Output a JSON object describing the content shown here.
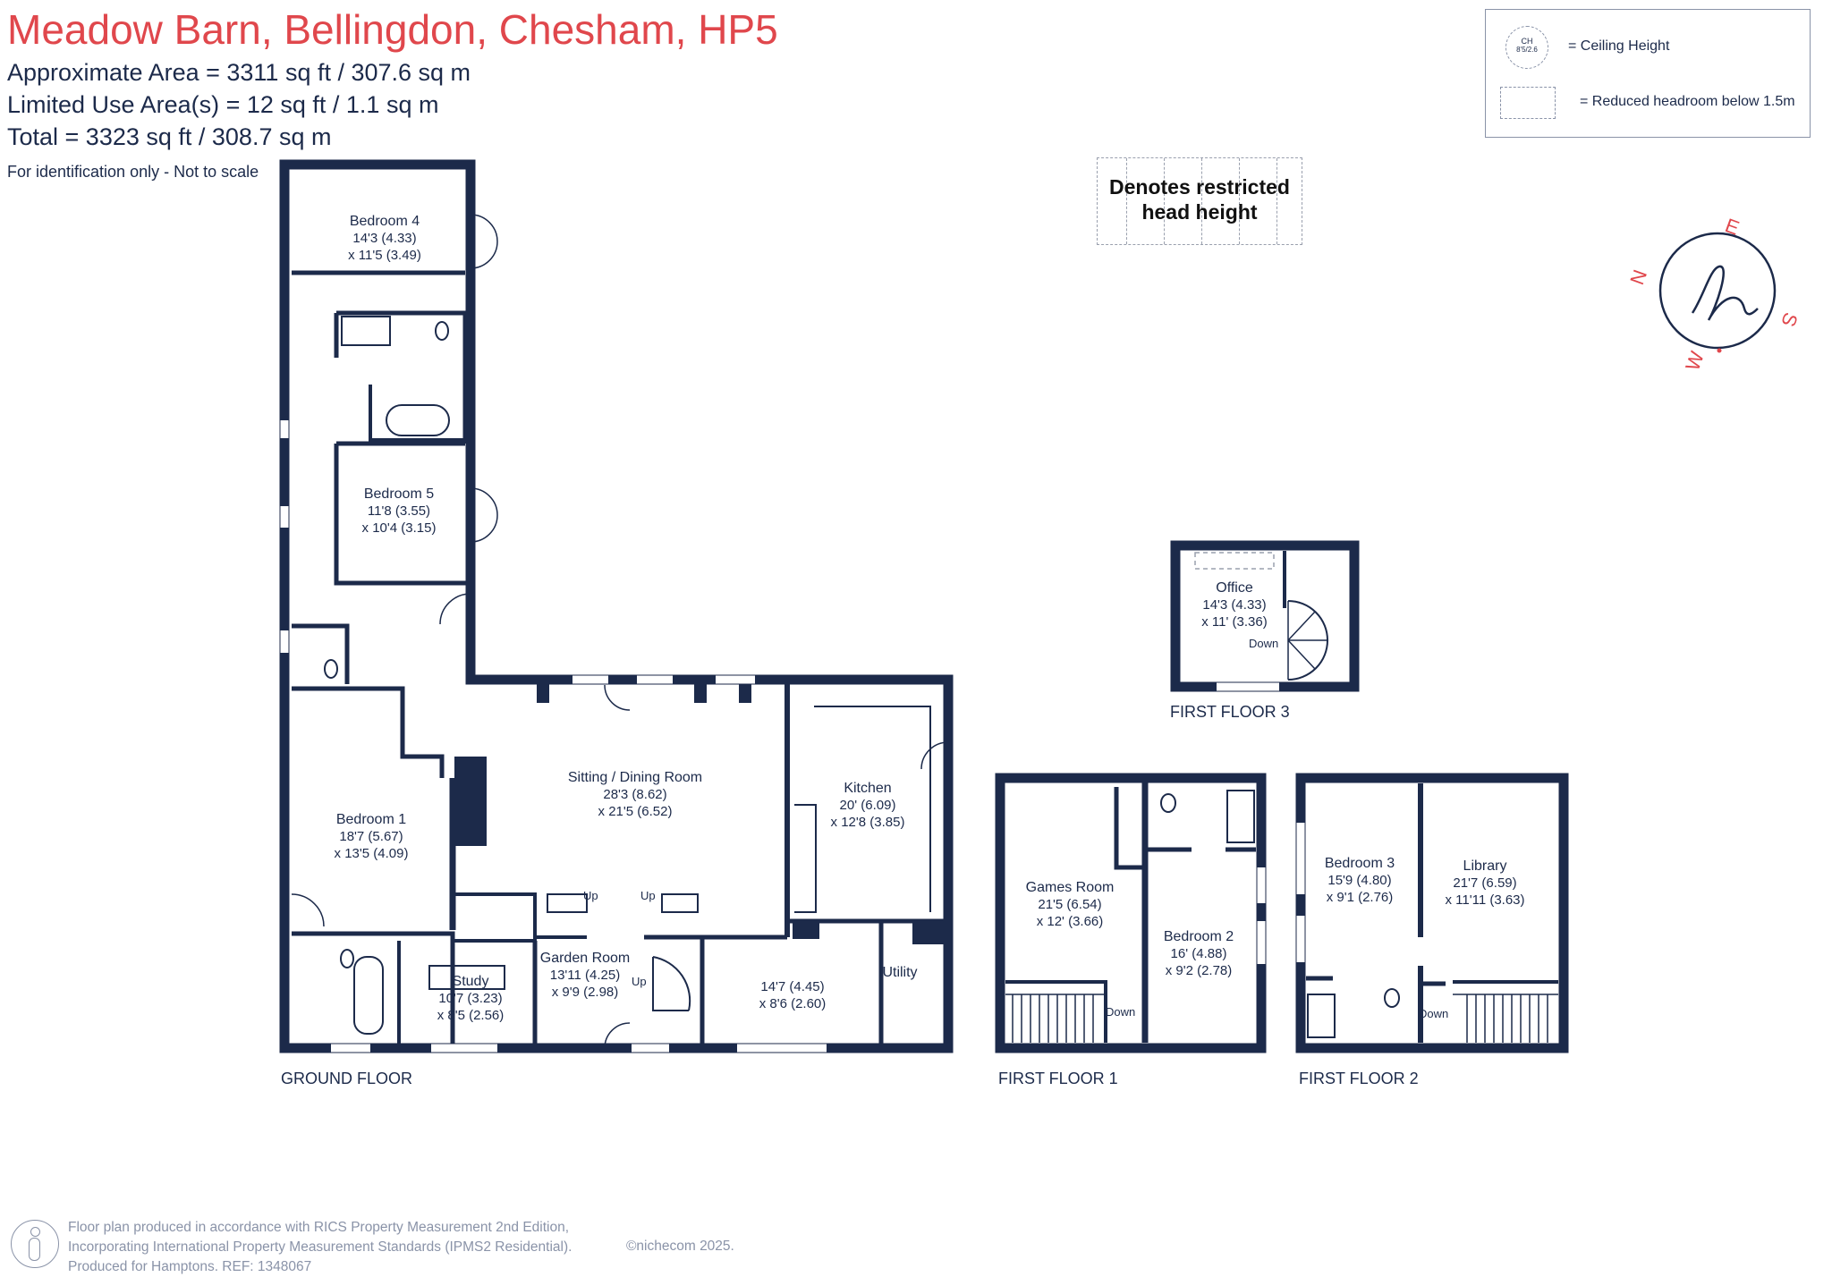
{
  "header": {
    "title": "Meadow Barn, Bellingdon, Chesham, HP5",
    "approx_area": "Approximate Area = 3311 sq ft / 307.6  sq m",
    "limited_use": "Limited Use Area(s) = 12  sq ft / 1.1  sq m",
    "total": "Total = 3323 sq ft / 308.7 sq m",
    "identification": "For identification only - Not to scale"
  },
  "legend": {
    "ceiling_badge_top": "CH",
    "ceiling_badge_bottom": "8'5/2.6",
    "ceiling_label": "= Ceiling Height",
    "reduced_label": "= Reduced headroom below 1.5m"
  },
  "restricted_note": {
    "line1": "Denotes restricted",
    "line2": "head height"
  },
  "compass": {
    "n": "N",
    "e": "E",
    "s": "S",
    "w": "W"
  },
  "floors": {
    "ground": "GROUND FLOOR",
    "first1": "FIRST FLOOR 1",
    "first2": "FIRST FLOOR 2",
    "first3": "FIRST FLOOR 3"
  },
  "rooms": {
    "bedroom4": {
      "name": "Bedroom 4",
      "dim1": "14'3 (4.33)",
      "dim2": "x 11'5 (3.49)"
    },
    "bedroom5": {
      "name": "Bedroom 5",
      "dim1": "11'8 (3.55)",
      "dim2": "x 10'4 (3.15)"
    },
    "bedroom1": {
      "name": "Bedroom 1",
      "dim1": "18'7 (5.67)",
      "dim2": "x 13'5 (4.09)"
    },
    "sitting": {
      "name": "Sitting / Dining Room",
      "dim1": "28'3 (8.62)",
      "dim2": "x 21'5 (6.52)"
    },
    "kitchen": {
      "name": "Kitchen",
      "dim1": "20' (6.09)",
      "dim2": "x 12'8 (3.85)"
    },
    "study": {
      "name": "Study",
      "dim1": "10'7 (3.23)",
      "dim2": "x 8'5 (2.56)"
    },
    "garden": {
      "name": "Garden Room",
      "dim1": "13'11 (4.25)",
      "dim2": "x 9'9 (2.98)"
    },
    "unnamed": {
      "dim1": "14'7 (4.45)",
      "dim2": "x 8'6 (2.60)"
    },
    "utility": {
      "name": "Utility"
    },
    "games": {
      "name": "Games Room",
      "dim1": "21'5 (6.54)",
      "dim2": "x 12' (3.66)"
    },
    "bedroom2": {
      "name": "Bedroom 2",
      "dim1": "16' (4.88)",
      "dim2": "x 9'2 (2.78)"
    },
    "bedroom3": {
      "name": "Bedroom 3",
      "dim1": "15'9 (4.80)",
      "dim2": "x 9'1 (2.76)"
    },
    "library": {
      "name": "Library",
      "dim1": "21'7 (6.59)",
      "dim2": "x 11'11 (3.63)"
    },
    "office": {
      "name": "Office",
      "dim1": "14'3 (4.33)",
      "dim2": "x 11' (3.36)"
    }
  },
  "stairs": {
    "up": "Up",
    "down": "Down"
  },
  "footer": {
    "line1": "Floor plan produced in accordance with RICS Property Measurement 2nd Edition,",
    "line2": "Incorporating International Property Measurement Standards (IPMS2 Residential).",
    "line3": "Produced for Hamptons.   REF:  1348067",
    "copyright": "©nichecom 2025."
  },
  "colors": {
    "title": "#e0474c",
    "wall": "#1c2a4a",
    "compass": "#e0474c",
    "footer": "#8a93a8"
  }
}
